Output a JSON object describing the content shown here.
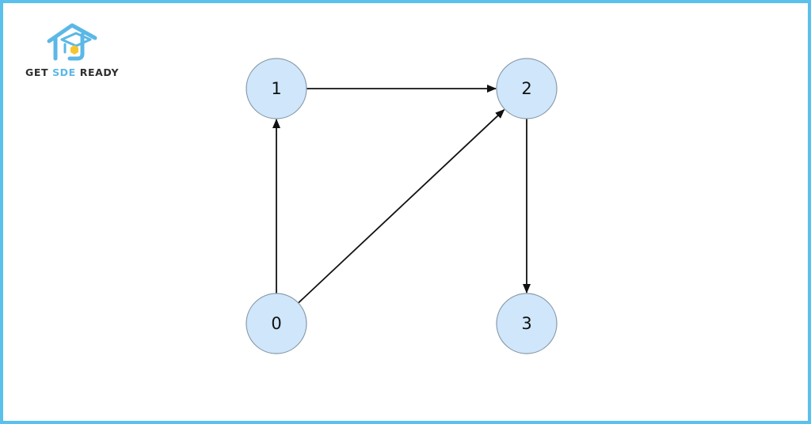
{
  "brand": {
    "text_part1": "GET ",
    "text_part2": "SDE",
    "text_part3": " READY",
    "accent_color": "#5bb8e6",
    "text_color": "#2e2e2e",
    "logo_icon": "graduation-cap-house-icon"
  },
  "frame": {
    "border_color": "#5bc0eb"
  },
  "graph": {
    "directed": true,
    "node_fill": "#cfe6fb",
    "node_stroke": "#8a9aa8",
    "edge_color": "#111111",
    "nodes": [
      {
        "id": "0",
        "label": "0"
      },
      {
        "id": "1",
        "label": "1"
      },
      {
        "id": "2",
        "label": "2"
      },
      {
        "id": "3",
        "label": "3"
      }
    ],
    "edges": [
      {
        "from": "0",
        "to": "1"
      },
      {
        "from": "0",
        "to": "2"
      },
      {
        "from": "1",
        "to": "2"
      },
      {
        "from": "2",
        "to": "3"
      }
    ]
  }
}
